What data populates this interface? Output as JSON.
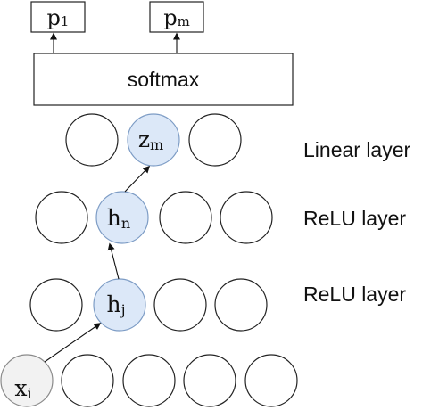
{
  "outputs": [
    {
      "base": "p",
      "sub": "1"
    },
    {
      "base": "p",
      "sub": "m"
    }
  ],
  "softmax_label": "softmax",
  "layer_labels": {
    "linear": "Linear layer",
    "relu_top": "ReLU layer",
    "relu_bottom": "ReLU layer"
  },
  "highlighted_nodes": {
    "z": {
      "base": "z",
      "sub": "m"
    },
    "hn": {
      "base": "h",
      "sub": "n"
    },
    "hj": {
      "base": "h",
      "sub": "j"
    },
    "x": {
      "base": "x",
      "sub": "i"
    }
  },
  "colors": {
    "highlight_fill": "#dce8f8",
    "highlight_stroke": "#7d9cc5",
    "input_fill": "#f2f2f2",
    "input_stroke": "#8a8a8a",
    "plain_fill": "#ffffff",
    "plain_stroke": "#222222"
  }
}
